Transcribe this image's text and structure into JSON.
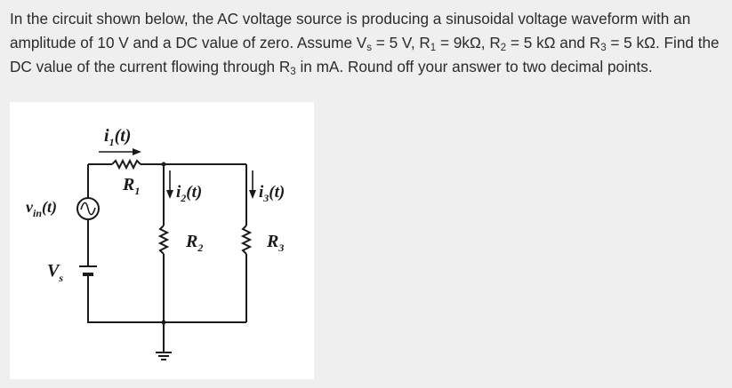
{
  "question": {
    "p1": "In the circuit shown below, the AC voltage source is producing a sinusoidal voltage waveform with an amplitude of 10 V and a DC value of zero. Assume V",
    "s_sub": "s",
    "p2": " = 5 V, R",
    "r1_sub": "1",
    "p3": " = 9kΩ, R",
    "r2_sub": "2",
    "p4": " = 5 kΩ and R",
    "r3_sub": "3",
    "p5": " = 5 kΩ. Find the DC value of the current flowing through R",
    "r3b_sub": "3",
    "p6": " in mA. Round off your answer to two decimal points."
  },
  "circuit": {
    "i1_main": "i",
    "i1_sub": "1",
    "i1_arg": "(t)",
    "r1_main": "R",
    "r1_sub": "1",
    "i2_main": "i",
    "i2_sub": "2",
    "i2_arg": "(t)",
    "i3_main": "i",
    "i3_sub": "3",
    "i3_arg": "(t)",
    "r2_main": "R",
    "r2_sub": "2",
    "r3_main": "R",
    "r3_sub": "3",
    "vin_main": "v",
    "vin_sub": "in",
    "vin_arg": "(t)",
    "vs_main": "V",
    "vs_sub": "s"
  }
}
